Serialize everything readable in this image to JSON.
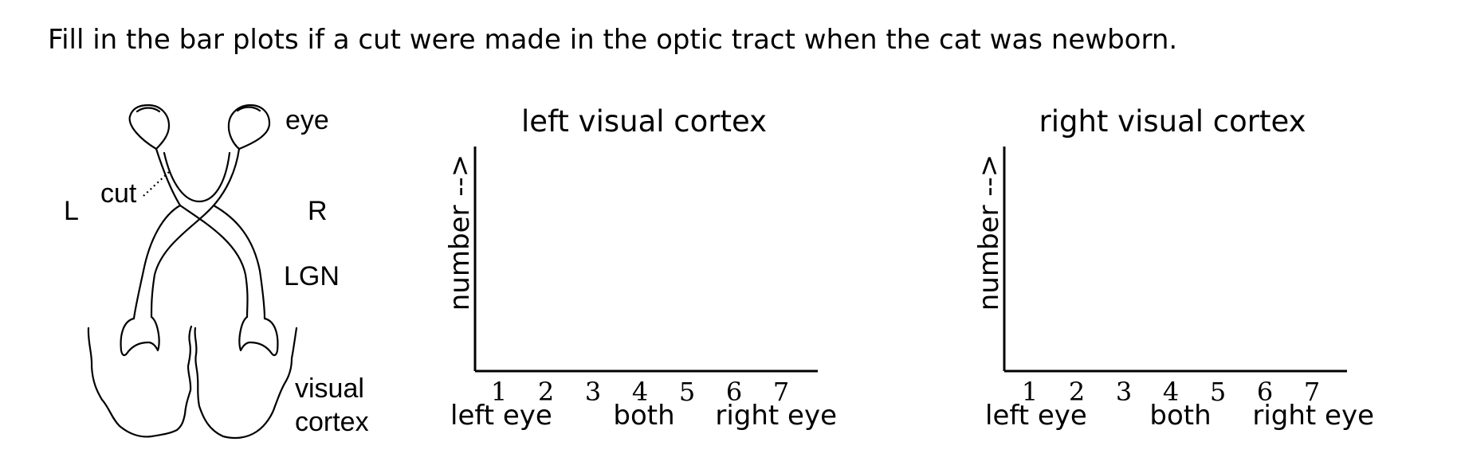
{
  "prompt": "Fill in the bar plots if a cut were made in the optic tract when the cat was newborn.",
  "diagram": {
    "label_left": "L",
    "label_right": "R",
    "label_eye": "eye",
    "label_cut": "cut",
    "label_lgn": "LGN",
    "label_visual": "visual",
    "label_cortex": "cortex"
  },
  "charts": [
    {
      "title": "left visual cortex",
      "ylabel": "number -->",
      "ticks": [
        "1",
        "2",
        "3",
        "4",
        "5",
        "6",
        "7"
      ],
      "bottom_labels": {
        "left": "left eye",
        "center": "both",
        "right": "right eye"
      }
    },
    {
      "title": "right visual cortex",
      "ylabel": "number -->",
      "ticks": [
        "1",
        "2",
        "3",
        "4",
        "5",
        "6",
        "7"
      ],
      "bottom_labels": {
        "left": "left eye",
        "center": "both",
        "right": "right eye"
      }
    }
  ],
  "chart_data": [
    {
      "type": "bar",
      "title": "left visual cortex",
      "ylabel": "number -->",
      "categories": [
        "1",
        "2",
        "3",
        "4",
        "5",
        "6",
        "7"
      ],
      "values": [],
      "grid": false
    },
    {
      "type": "bar",
      "title": "right visual cortex",
      "ylabel": "number -->",
      "categories": [
        "1",
        "2",
        "3",
        "4",
        "5",
        "6",
        "7"
      ],
      "values": [],
      "grid": false
    }
  ]
}
